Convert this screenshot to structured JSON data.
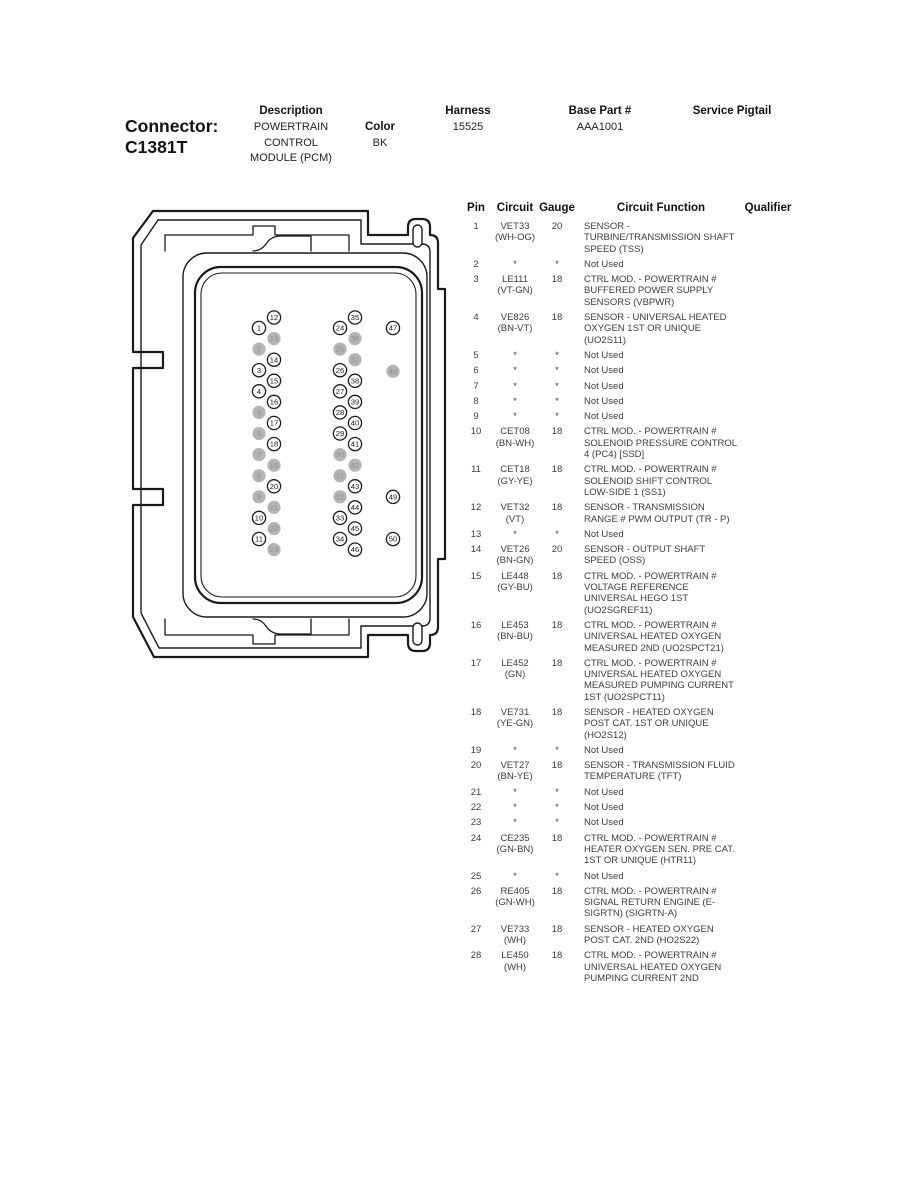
{
  "header": {
    "connector_label": "Connector:",
    "connector_id": "C1381T",
    "description_label": "Description",
    "description_value": "POWERTRAIN CONTROL MODULE (PCM)",
    "color_label": "Color",
    "color_value": "BK",
    "harness_label": "Harness",
    "harness_value": "15525",
    "base_part_label": "Base Part #",
    "base_part_value": "AAA1001",
    "service_pigtail_label": "Service Pigtail",
    "service_pigtail_value": ""
  },
  "connector": {
    "pin_count": 50,
    "shaded_pins": [
      2,
      5,
      6,
      7,
      8,
      9,
      13,
      19,
      21,
      22,
      23,
      25,
      30,
      31,
      32,
      36,
      37,
      42,
      48
    ],
    "shaded_fill": "#b4b4b4",
    "shaded_text": "#8f8f8f",
    "line_color": "#1a1a1a"
  },
  "table": {
    "headers": {
      "pin": "Pin",
      "circuit": "Circuit",
      "gauge": "Gauge",
      "function": "Circuit Function",
      "qualifier": "Qualifier"
    },
    "rows": [
      {
        "pin": "1",
        "circuit": "VET33",
        "color": "(WH-OG)",
        "gauge": "20",
        "function": "SENSOR - TURBINE/TRANSMISSION SHAFT SPEED (TSS)",
        "qualifier": ""
      },
      {
        "pin": "2",
        "circuit": "*",
        "color": "",
        "gauge": "*",
        "function": "Not Used",
        "qualifier": ""
      },
      {
        "pin": "3",
        "circuit": "LE111",
        "color": "(VT-GN)",
        "gauge": "18",
        "function": "CTRL MOD. - POWERTRAIN # BUFFERED POWER SUPPLY SENSORS (VBPWR)",
        "qualifier": ""
      },
      {
        "pin": "4",
        "circuit": "VE826",
        "color": "(BN-VT)",
        "gauge": "18",
        "function": "SENSOR - UNIVERSAL HEATED OXYGEN 1ST OR UNIQUE (UO2S11)",
        "qualifier": ""
      },
      {
        "pin": "5",
        "circuit": "*",
        "color": "",
        "gauge": "*",
        "function": "Not Used",
        "qualifier": ""
      },
      {
        "pin": "6",
        "circuit": "*",
        "color": "",
        "gauge": "*",
        "function": "Not Used",
        "qualifier": ""
      },
      {
        "pin": "7",
        "circuit": "*",
        "color": "",
        "gauge": "*",
        "function": "Not Used",
        "qualifier": ""
      },
      {
        "pin": "8",
        "circuit": "*",
        "color": "",
        "gauge": "*",
        "function": "Not Used",
        "qualifier": ""
      },
      {
        "pin": "9",
        "circuit": "*",
        "color": "",
        "gauge": "*",
        "function": "Not Used",
        "qualifier": ""
      },
      {
        "pin": "10",
        "circuit": "CET08",
        "color": "(BN-WH)",
        "gauge": "18",
        "function": "CTRL MOD. - POWERTRAIN # SOLENOID PRESSURE CONTROL 4 (PC4) [SSD]",
        "qualifier": ""
      },
      {
        "pin": "11",
        "circuit": "CET18",
        "color": "(GY-YE)",
        "gauge": "18",
        "function": "CTRL MOD. - POWERTRAIN # SOLENOID SHIFT CONTROL LOW-SIDE 1 (SS1)",
        "qualifier": ""
      },
      {
        "pin": "12",
        "circuit": "VET32",
        "color": "(VT)",
        "gauge": "18",
        "function": "SENSOR - TRANSMISSION RANGE # PWM OUTPUT (TR - P)",
        "qualifier": ""
      },
      {
        "pin": "13",
        "circuit": "*",
        "color": "",
        "gauge": "*",
        "function": "Not Used",
        "qualifier": ""
      },
      {
        "pin": "14",
        "circuit": "VET26",
        "color": "(BN-GN)",
        "gauge": "20",
        "function": "SENSOR - OUTPUT SHAFT SPEED (OSS)",
        "qualifier": ""
      },
      {
        "pin": "15",
        "circuit": "LE448",
        "color": "(GY-BU)",
        "gauge": "18",
        "function": "CTRL MOD. - POWERTRAIN # VOLTAGE REFERENCE UNIVERSAL HEGO 1ST (UO2SGREF11)",
        "qualifier": ""
      },
      {
        "pin": "16",
        "circuit": "LE453",
        "color": "(BN-BU)",
        "gauge": "18",
        "function": "CTRL MOD. - POWERTRAIN # UNIVERSAL HEATED OXYGEN MEASURED 2ND (UO2SPCT21)",
        "qualifier": ""
      },
      {
        "pin": "17",
        "circuit": "LE452",
        "color": "(GN)",
        "gauge": "18",
        "function": "CTRL MOD. - POWERTRAIN # UNIVERSAL HEATED OXYGEN MEASURED PUMPING CURRENT 1ST (UO2SPCT11)",
        "qualifier": ""
      },
      {
        "pin": "18",
        "circuit": "VE731",
        "color": "(YE-GN)",
        "gauge": "18",
        "function": "SENSOR - HEATED OXYGEN POST CAT. 1ST OR UNIQUE (HO2S12)",
        "qualifier": ""
      },
      {
        "pin": "19",
        "circuit": "*",
        "color": "",
        "gauge": "*",
        "function": "Not Used",
        "qualifier": ""
      },
      {
        "pin": "20",
        "circuit": "VET27",
        "color": "(BN-YE)",
        "gauge": "18",
        "function": "SENSOR - TRANSMISSION FLUID TEMPERATURE (TFT)",
        "qualifier": ""
      },
      {
        "pin": "21",
        "circuit": "*",
        "color": "",
        "gauge": "*",
        "function": "Not Used",
        "qualifier": ""
      },
      {
        "pin": "22",
        "circuit": "*",
        "color": "",
        "gauge": "*",
        "function": "Not Used",
        "qualifier": ""
      },
      {
        "pin": "23",
        "circuit": "*",
        "color": "",
        "gauge": "*",
        "function": "Not Used",
        "qualifier": ""
      },
      {
        "pin": "24",
        "circuit": "CE235",
        "color": "(GN-BN)",
        "gauge": "18",
        "function": "CTRL MOD. - POWERTRAIN # HEATER OXYGEN SEN. PRE CAT. 1ST OR UNIQUE (HTR11)",
        "qualifier": ""
      },
      {
        "pin": "25",
        "circuit": "*",
        "color": "",
        "gauge": "*",
        "function": "Not Used",
        "qualifier": ""
      },
      {
        "pin": "26",
        "circuit": "RE405",
        "color": "(GN-WH)",
        "gauge": "18",
        "function": "CTRL MOD. - POWERTRAIN # SIGNAL RETURN ENGINE (E-SIGRTN) (SIGRTN-A)",
        "qualifier": ""
      },
      {
        "pin": "27",
        "circuit": "VE733",
        "color": "(WH)",
        "gauge": "18",
        "function": "SENSOR - HEATED OXYGEN POST CAT. 2ND (HO2S22)",
        "qualifier": ""
      },
      {
        "pin": "28",
        "circuit": "LE450",
        "color": "(WH)",
        "gauge": "18",
        "function": "CTRL MOD. - POWERTRAIN # UNIVERSAL HEATED OXYGEN PUMPING CURRENT 2ND",
        "qualifier": ""
      }
    ]
  }
}
